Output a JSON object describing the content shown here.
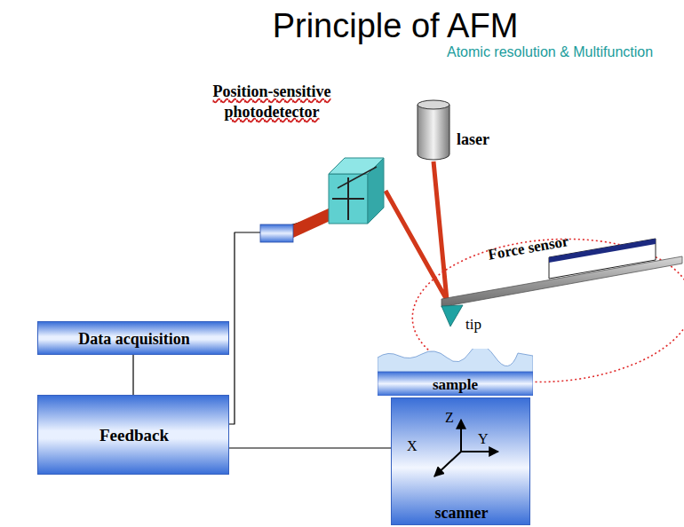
{
  "diagram": {
    "title": "Principle of AFM",
    "nodes": [
      {
        "text": [
          "Position-sensitive photodetector"
        ]
      },
      {
        "text": [
          "laser"
        ]
      },
      {
        "text": [
          "Data acquisition"
        ]
      },
      {
        "text": [
          "Feedback"
        ]
      },
      {
        "text": [
          "sample"
        ]
      },
      {
        "text": [
          "scanner"
        ]
      }
    ],
    "edges": [
      {
        "from": 2,
        "to": 3,
        "arrow": "none"
      },
      {
        "from": 3,
        "to": 5,
        "arrow": "none"
      },
      {
        "from": 3,
        "to": 0,
        "arrow": "none"
      },
      {
        "from": 1,
        "to": 0,
        "arrow": "none"
      }
    ],
    "labels": [
      "Atomic resolution & Multifunction",
      "Force sensor",
      "tip",
      "Z",
      "X",
      "Y"
    ]
  }
}
